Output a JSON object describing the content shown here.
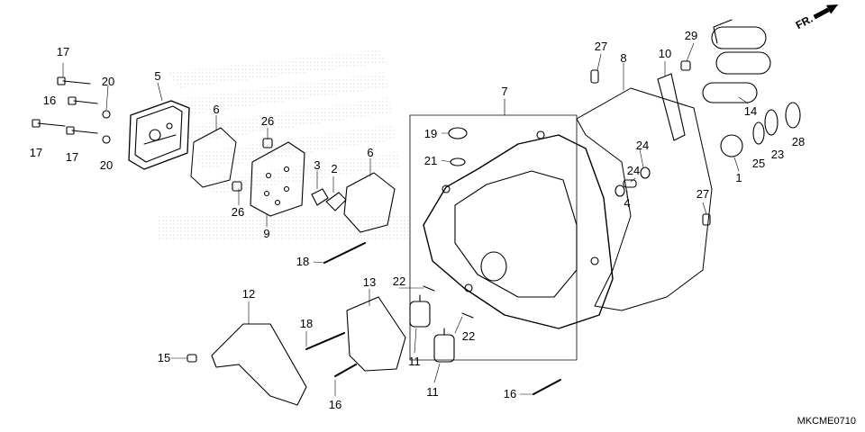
{
  "diagram": {
    "code": "MKCME0710",
    "direction_label": "FR.",
    "callouts": [
      {
        "id": "c17a",
        "text": "17"
      },
      {
        "id": "c20a",
        "text": "20"
      },
      {
        "id": "c5",
        "text": "5"
      },
      {
        "id": "c16a",
        "text": "16"
      },
      {
        "id": "c17b",
        "text": "17"
      },
      {
        "id": "c17c",
        "text": "17"
      },
      {
        "id": "c20b",
        "text": "20"
      },
      {
        "id": "c6a",
        "text": "6"
      },
      {
        "id": "c26a",
        "text": "26"
      },
      {
        "id": "c26b",
        "text": "26"
      },
      {
        "id": "c9",
        "text": "9"
      },
      {
        "id": "c3",
        "text": "3"
      },
      {
        "id": "c2",
        "text": "2"
      },
      {
        "id": "c6b",
        "text": "6"
      },
      {
        "id": "c7",
        "text": "7"
      },
      {
        "id": "c19",
        "text": "19"
      },
      {
        "id": "c21",
        "text": "21"
      },
      {
        "id": "c27a",
        "text": "27"
      },
      {
        "id": "c8",
        "text": "8"
      },
      {
        "id": "c10",
        "text": "10"
      },
      {
        "id": "c29",
        "text": "29"
      },
      {
        "id": "c14",
        "text": "14"
      },
      {
        "id": "c25",
        "text": "25"
      },
      {
        "id": "c23",
        "text": "23"
      },
      {
        "id": "c28",
        "text": "28"
      },
      {
        "id": "c24a",
        "text": "24"
      },
      {
        "id": "c24b",
        "text": "24"
      },
      {
        "id": "c4",
        "text": "4"
      },
      {
        "id": "c1",
        "text": "1"
      },
      {
        "id": "c27b",
        "text": "27"
      },
      {
        "id": "c18a",
        "text": "18"
      },
      {
        "id": "c22a",
        "text": "22"
      },
      {
        "id": "c22b",
        "text": "22"
      },
      {
        "id": "c12",
        "text": "12"
      },
      {
        "id": "c13",
        "text": "13"
      },
      {
        "id": "c18b",
        "text": "18"
      },
      {
        "id": "c15",
        "text": "15"
      },
      {
        "id": "c11a",
        "text": "11"
      },
      {
        "id": "c11b",
        "text": "11"
      },
      {
        "id": "c16b",
        "text": "16"
      },
      {
        "id": "c16c",
        "text": "16"
      }
    ]
  }
}
